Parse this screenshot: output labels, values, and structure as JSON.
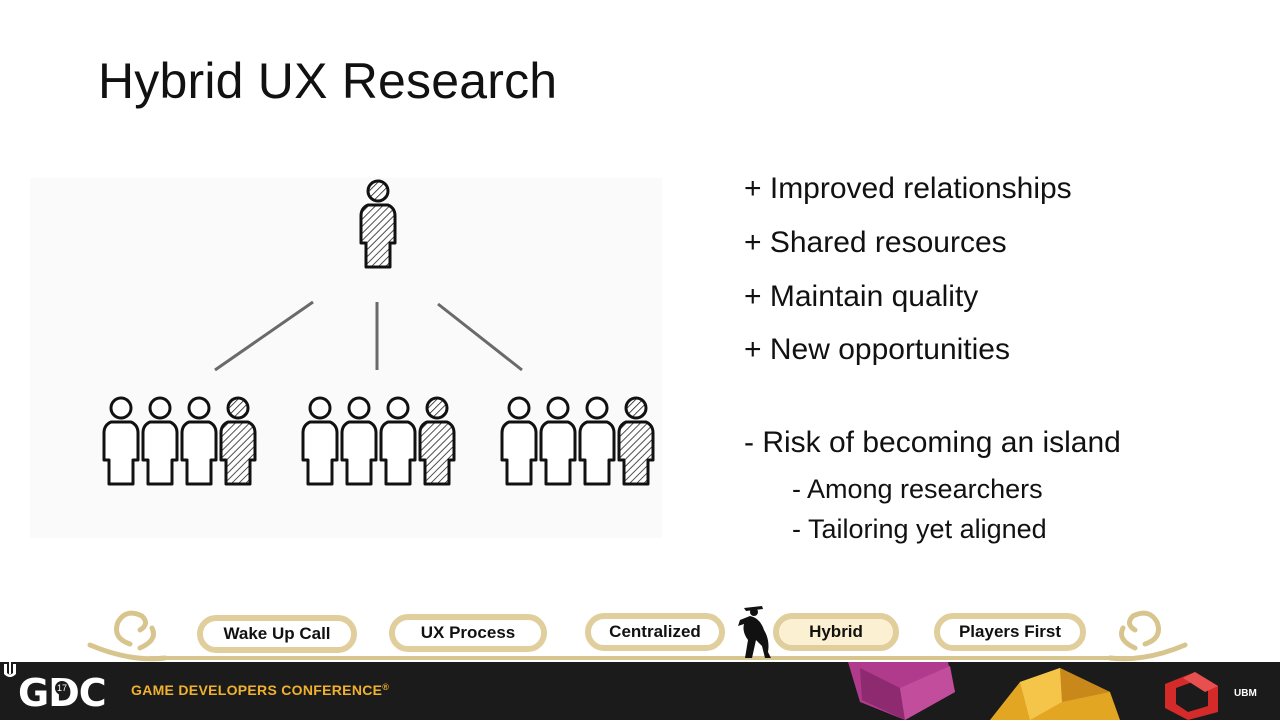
{
  "slide": {
    "title": "Hybrid UX Research"
  },
  "bullets": [
    "+ Improved relationships",
    "+ Shared resources",
    "+ Maintain quality",
    "+ New opportunities",
    "-  Risk of becoming an island"
  ],
  "sub_bullets": [
    "-  Among researchers",
    "-  Tailoring yet aligned"
  ],
  "nav": {
    "items": [
      "Wake Up Call",
      "UX Process",
      "Centralized",
      "Hybrid",
      "Players First"
    ],
    "active": "Hybrid"
  },
  "footer": {
    "logo_text": "GDC",
    "logo_year": "17",
    "conference_name": "GAME DEVELOPERS CONFERENCE",
    "registered_mark": "®",
    "sponsor": "UBM"
  },
  "colors": {
    "nav_gold": "#e0cf9d",
    "nav_active_fill": "#fbf1d2",
    "footer_bg": "#1b1b1b",
    "conference_orange": "#f0b12e"
  },
  "icons": [
    "person-icon",
    "person-hatched-icon",
    "dancer-icon",
    "ornament-swirl-icon",
    "ubm-icon"
  ]
}
